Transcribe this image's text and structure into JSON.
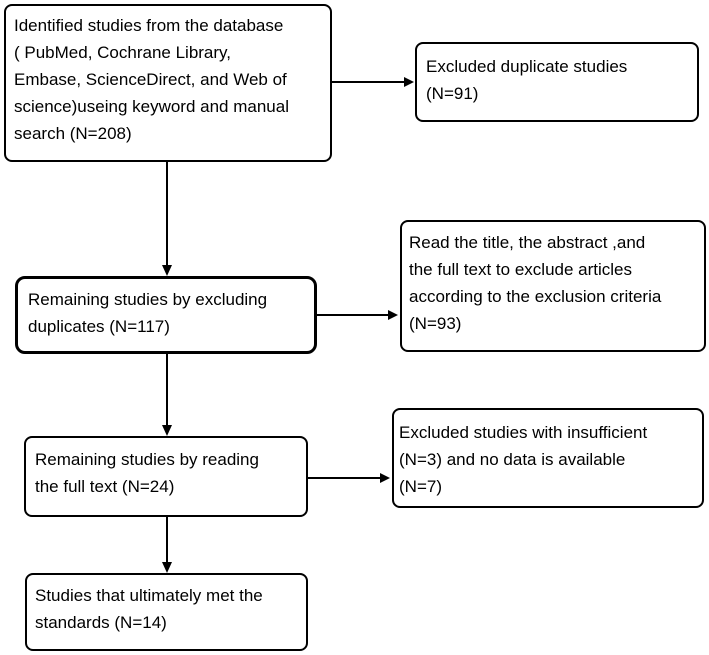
{
  "colors": {
    "background": "#ffffff",
    "box_border": "#000000",
    "text": "#000000",
    "arrow": "#000000"
  },
  "nodes": {
    "identified": {
      "lines": [
        "Identified studies from the database",
        "( PubMed, Cochrane Library,",
        "Embase, ScienceDirect, and Web of",
        "science)useing keyword and manual",
        "search (N=208)"
      ],
      "n": 208
    },
    "excluded_duplicates": {
      "lines": [
        "Excluded duplicate studies",
        "(N=91)"
      ],
      "n": 91
    },
    "remaining_after_duplicates": {
      "lines": [
        "Remaining studies by excluding",
        "duplicates (N=117)"
      ],
      "n": 117
    },
    "title_abstract_fulltext_exclusion": {
      "lines": [
        "Read the title, the abstract ,and",
        "the full text to exclude articles",
        "according to the exclusion criteria",
        "(N=93)"
      ],
      "n": 93
    },
    "remaining_after_fulltext": {
      "lines": [
        "Remaining studies by reading",
        "the full text (N=24)"
      ],
      "n": 24
    },
    "excluded_insufficient_nodata": {
      "lines": [
        "Excluded studies with insufficient",
        "(N=3) and no data is available",
        "(N=7)"
      ],
      "n_insufficient": 3,
      "n_no_data": 7
    },
    "final_included": {
      "lines": [
        "Studies that ultimately met the",
        "standards (N=14)"
      ],
      "n": 14
    }
  }
}
